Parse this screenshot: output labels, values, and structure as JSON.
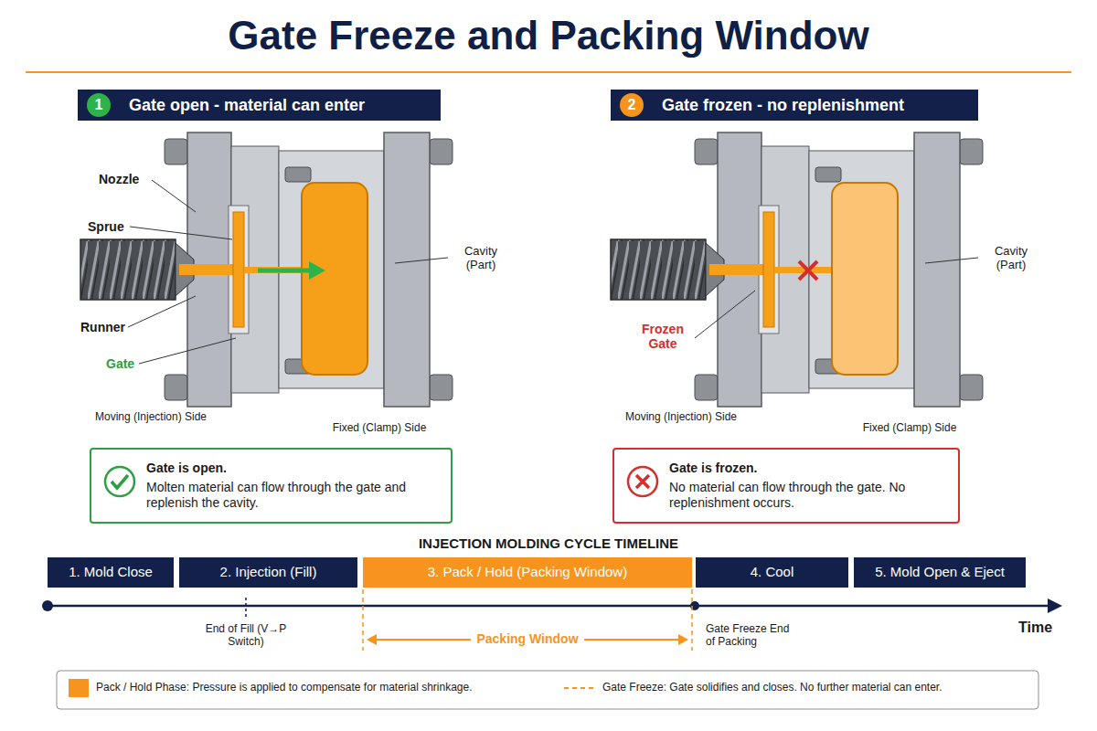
{
  "diagram": {
    "title": "Gate Freeze and Packing Window",
    "nodes": [
      {
        "text": [
          "Gate open - material can enter"
        ]
      },
      {
        "text": [
          "1"
        ],
        "in": 0
      },
      {
        "text": [
          "Gate frozen - no replenishment"
        ]
      },
      {
        "text": [
          "2"
        ],
        "in": 2
      },
      {
        "text": [
          "Gate is open.",
          "Molten material can flow through the gate and replenish the cavity."
        ]
      },
      {
        "text": [
          "Gate is frozen.",
          "No material can flow through the gate. No replenishment occurs."
        ]
      },
      {
        "text": [
          "1. Mold Close"
        ]
      },
      {
        "text": [
          "2. Injection (Fill)"
        ]
      },
      {
        "text": [
          "3. Pack / Hold (Packing Window)"
        ]
      },
      {
        "text": [
          "4. Cool"
        ]
      },
      {
        "text": [
          "5. Mold Open & Eject"
        ]
      }
    ],
    "labels": [
      "Nozzle",
      "Sprue",
      "Runner",
      "Gate",
      "Cavity (Part)",
      "Moving (Injection) Side",
      "Fixed (Clamp) Side",
      "Frozen Gate",
      "Cavity (Part)",
      "Moving (Injection) Side",
      "Fixed (Clamp) Side",
      "INJECTION MOLDING CYCLE TIMELINE",
      "End of Fill (V→P Switch)",
      "Packing Window",
      "Gate Freeze End of Packing",
      "Time"
    ],
    "legend": [
      {
        "text": "Pack / Hold Phase: Pressure is applied to compensate for material shrinkage.",
        "color": "#f7941d"
      },
      {
        "text": "Gate Freeze: Gate solidifies and closes. No further material can enter."
      }
    ]
  }
}
